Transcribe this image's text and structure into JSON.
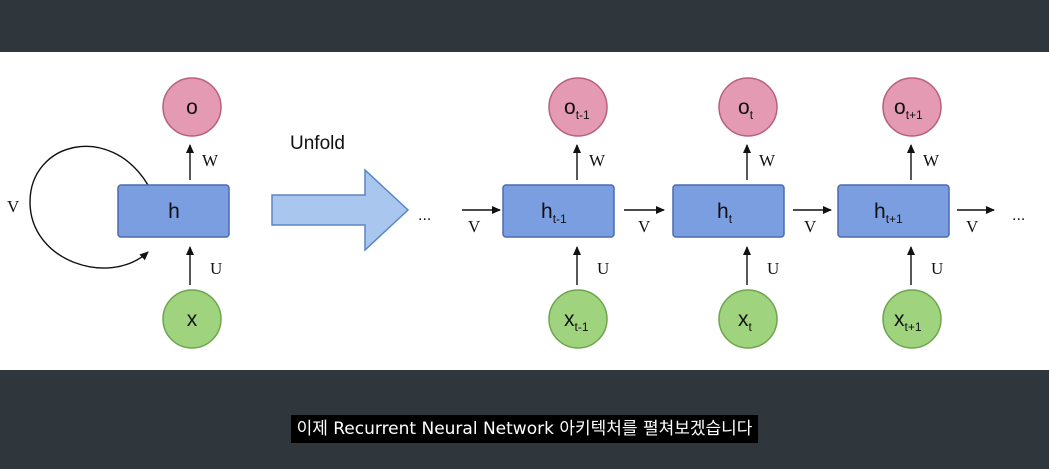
{
  "diagram": {
    "folded": {
      "h": "h",
      "o": "o",
      "x": "x",
      "V": "V",
      "W": "W",
      "U": "U"
    },
    "unfold_label": "Unfold",
    "ellipsis": "...",
    "steps": [
      {
        "h": "h",
        "h_sub": "t-1",
        "o": "o",
        "o_sub": "t-1",
        "x": "x",
        "x_sub": "t-1",
        "W": "W",
        "U": "U",
        "V": "V"
      },
      {
        "h": "h",
        "h_sub": "t",
        "o": "o",
        "o_sub": "t",
        "x": "x",
        "x_sub": "t",
        "W": "W",
        "U": "U",
        "V": "V"
      },
      {
        "h": "h",
        "h_sub": "t+1",
        "o": "o",
        "o_sub": "t+1",
        "x": "x",
        "x_sub": "t+1",
        "W": "W",
        "U": "U",
        "V": "V"
      }
    ],
    "trailing_V": "V",
    "trailing_ellipsis": "..."
  },
  "caption": "이제 Recurrent Neural Network 아키텍처를 펼쳐보겠습니다",
  "colors": {
    "background": "#2f373d",
    "slide": "#ffffff",
    "output_node": "#e39ab2",
    "input_node": "#9fd37e",
    "hidden_node": "#7a9ee0",
    "unfold_arrow": "#a9c7ee"
  }
}
